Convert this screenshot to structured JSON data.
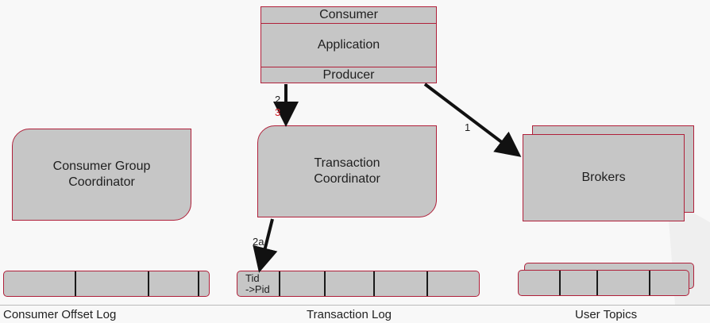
{
  "app": {
    "consumer_label": "Consumer",
    "application_label": "Application",
    "producer_label": "Producer"
  },
  "boxes": {
    "consumer_group_coordinator": "Consumer Group\nCoordinator",
    "transaction_coordinator": "Transaction\nCoordinator",
    "brokers": "Brokers"
  },
  "arrows": {
    "step_1": "1",
    "step_2": "2",
    "step_3": "3",
    "step_2a": "2a"
  },
  "logs": {
    "transaction_log_cell": "Tid\n->Pid"
  },
  "captions": {
    "consumer_offset_log": "Consumer Offset Log",
    "transaction_log": "Transaction Log",
    "user_topics": "User Topics"
  },
  "colors": {
    "box_fill": "#c6c6c6",
    "box_border": "#b0203a",
    "arrow": "#111111",
    "step_3_color": "#d2222d"
  }
}
